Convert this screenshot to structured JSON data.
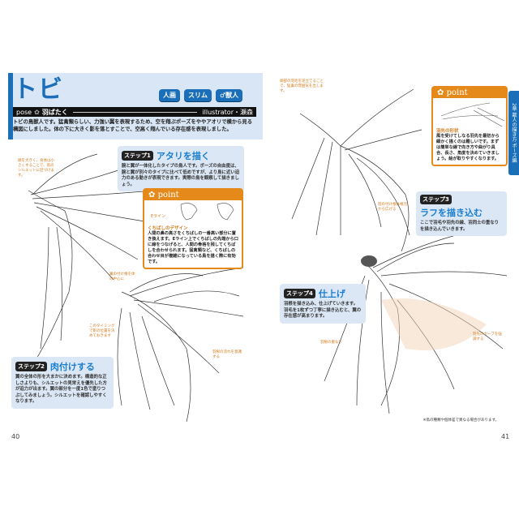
{
  "left_page": {
    "title": "トビ",
    "tags": [
      "人画",
      "スリム",
      "♂獣人"
    ],
    "pose_label": "pose",
    "pose_title": "羽ばたく",
    "illustrator": "illustrator・瀬森",
    "intro": "トビの鳥獣人です。猛禽類らしい、力強い翼を表現するため、空を翔ぶポーズをややアオリで横から見る構図にしました。体の下に大きく影を落とすことで、空高く翔んでいる存在感を表現しました。",
    "step1": {
      "badge": "ステップ1",
      "title": "アタリを描く",
      "body": "腕と翼が一体化したタイプの鳥人です。ポーズの自由度は、腕と翼が別々のタイプに比べて低めですが、より鳥に近い迫力のある動きが表現できます。実際の鳥を観察して描きましょう。"
    },
    "point": {
      "header": "point",
      "e_line": "Eライン",
      "subtitle": "くちばしのデザイン",
      "body": "人間の鼻の高さをくちばしの一番高い部分に置き換えます。Eライン上でくちばしの先端から口に線をつなげると、人間の骨格を残してくちばしを合わせられます。猛禽類など、くちばしの合わせ目が複雑になっている鳥を描く際に有効です。"
    },
    "step2": {
      "badge": "ステップ2",
      "title": "肉付けする",
      "body": "翼の全体の形を大まかに決めます。構造的な正しさよりも、シルエットの見栄えを優先した方が迫力が出ます。翼の部分を一度1色で塗りつぶしてみましょう。シルエットを確認しやすくなります。"
    },
    "notes": [
      "頭を大きく、身体は小さくすることで、鳥のシルエットに近づけます。",
      "翼の付け根を体の中心に",
      "このタイミングで影の位置を決めておきます",
      "羽根の流れを意識する"
    ],
    "page_number": "40"
  },
  "right_page": {
    "point": {
      "header": "point",
      "subtitle": "羽先の形状",
      "body": "風を受けてしなる羽先を最初から細かく描くのは難しいです。まずは簡単な線で向き方や曲がり具合、長さ、角度を決めていきましょう。絵が取りやすくなります。"
    },
    "step3": {
      "badge": "ステップ3",
      "title": "ラフを描き込む",
      "body": "ここで羽毛や羽先の線、羽同士の重なりを描き込んでいきます。"
    },
    "step4": {
      "badge": "ステップ4",
      "title": "仕上げ",
      "body": "羽根を描き込み、仕上げていきます。羽毛を1枚ずつ丁寧に描き込むと、翼の存在感が高まります。"
    },
    "notes": [
      "頭部の羽毛を逆立てることで、猛禽の雰囲気を出します。",
      "羽の付け根は根元から広げる",
      "羽先のカーブを強調する",
      "羽根の重なり"
    ],
    "side_tab": "2章 獣人の描き方 ポーズ編",
    "footnote": "※鳥の種類や個体差で異なる場合があります。",
    "page_number": "41"
  }
}
